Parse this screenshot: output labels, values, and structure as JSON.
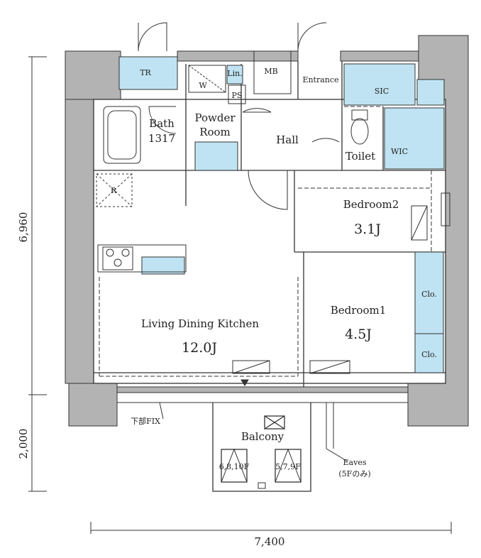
{
  "dimensions": {
    "left_upper": "6,960",
    "left_lower": "2,000",
    "bottom": "7,400"
  },
  "rooms": {
    "tr": "TR",
    "lin": "Lin.",
    "w": "W",
    "mb": "MB",
    "ps": "PS",
    "entrance": "Entrance",
    "sic": "SIC",
    "bath": "Bath",
    "bath_size": "1317",
    "powder_line1": "Powder",
    "powder_line2": "Room",
    "hall": "Hall",
    "toilet": "Toilet",
    "wic": "WIC",
    "fridge": "R",
    "bedroom2": "Bedroom2",
    "bedroom2_size": "3.1J",
    "bedroom1": "Bedroom1",
    "bedroom1_size": "4.5J",
    "clo_upper": "Clo.",
    "clo_lower": "Clo.",
    "ldk": "Living Dining Kitchen",
    "ldk_size": "12.0J",
    "balcony": "Balcony",
    "fix_note": "下部FIX",
    "balcony_left_note": "6,8,10F",
    "balcony_right_note": "5,7,9F",
    "eaves": "Eaves",
    "eaves_note": "(5Fのみ)"
  },
  "colors": {
    "wall": "#b3b3b3",
    "line": "#333333",
    "fixture_blue": "#bfe3f2"
  }
}
